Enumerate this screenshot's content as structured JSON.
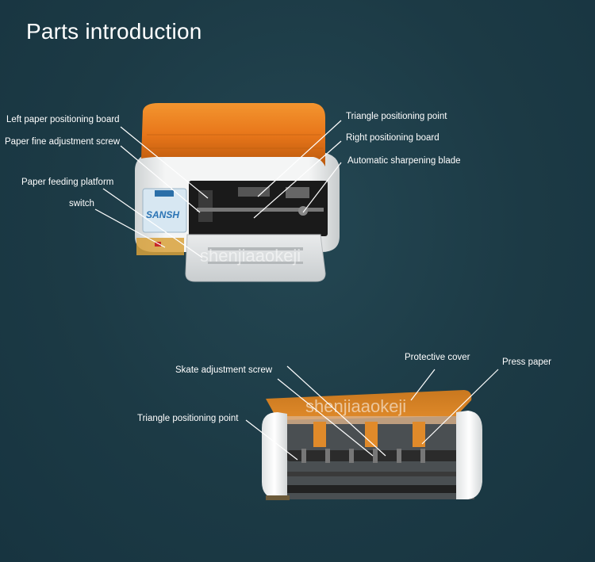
{
  "title": "Parts introduction",
  "top_labels": {
    "left_paper_positioning_board": "Left paper positioning board",
    "paper_fine_adjustment_screw": "Paper fine adjustment screw",
    "paper_feeding_platform": "Paper feeding platform",
    "switch": "switch",
    "triangle_positioning_point": "Triangle positioning point",
    "right_positioning_board": "Right positioning board",
    "automatic_sharpening_blade": "Automatic sharpening blade"
  },
  "bottom_labels": {
    "protective_cover": "Protective cover",
    "press_paper": "Press paper",
    "skate_adjustment_screw": "Skate adjustment screw",
    "triangle_positioning_point": "Triangle positioning point"
  },
  "machine_panel_text": "SANSH",
  "watermark": "shenjiaaokeji",
  "colors": {
    "background": "#1c3a45",
    "cover_orange": "#e8761a",
    "body_white": "#eef0f0",
    "interior_dark": "#1a1a1a"
  }
}
